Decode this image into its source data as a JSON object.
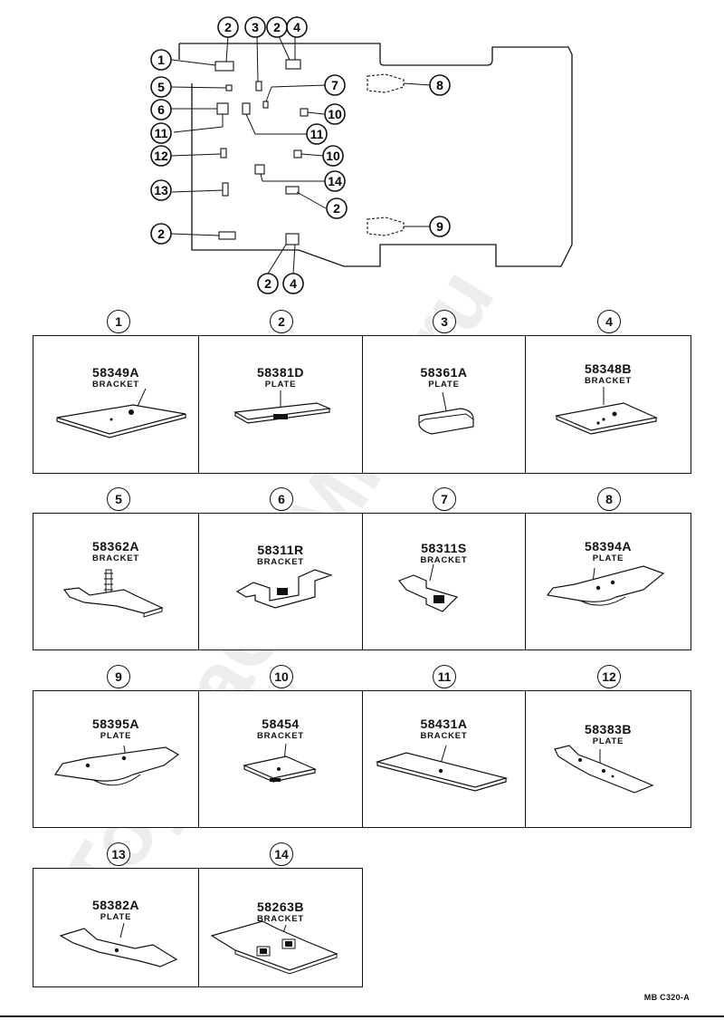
{
  "overview": {
    "callouts": [
      "1",
      "2",
      "3",
      "4",
      "5",
      "6",
      "7",
      "8",
      "9",
      "10",
      "11",
      "12",
      "13",
      "14"
    ]
  },
  "parts": [
    {
      "num": "1",
      "part_no": "58349A",
      "name": "BRACKET"
    },
    {
      "num": "2",
      "part_no": "58381D",
      "name": "PLATE"
    },
    {
      "num": "3",
      "part_no": "58361A",
      "name": "PLATE"
    },
    {
      "num": "4",
      "part_no": "58348B",
      "name": "BRACKET"
    },
    {
      "num": "5",
      "part_no": "58362A",
      "name": "BRACKET"
    },
    {
      "num": "6",
      "part_no": "58311R",
      "name": "BRACKET"
    },
    {
      "num": "7",
      "part_no": "58311S",
      "name": "BRACKET"
    },
    {
      "num": "8",
      "part_no": "58394A",
      "name": "PLATE"
    },
    {
      "num": "9",
      "part_no": "58395A",
      "name": "PLATE"
    },
    {
      "num": "10",
      "part_no": "58454",
      "name": "BRACKET"
    },
    {
      "num": "11",
      "part_no": "58431A",
      "name": "BRACKET"
    },
    {
      "num": "12",
      "part_no": "58383B",
      "name": "PLATE"
    },
    {
      "num": "13",
      "part_no": "58382A",
      "name": "PLATE"
    },
    {
      "num": "14",
      "part_no": "58263B",
      "name": "BRACKET"
    }
  ],
  "watermark": "ToyotaCarMine.ru",
  "reference_code": "MB C320-A"
}
